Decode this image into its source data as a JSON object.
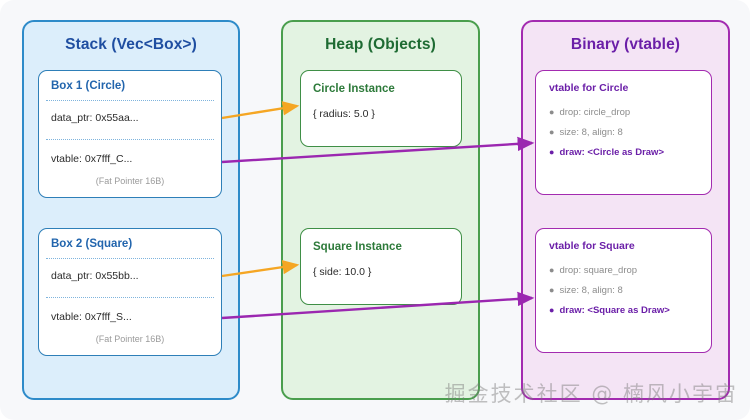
{
  "colors": {
    "stack_border": "#2e8bc9",
    "stack_fill": "#dceefb",
    "stack_title": "#1f4ea1",
    "heap_border": "#4a9e4d",
    "heap_fill": "#e3f3e2",
    "heap_title": "#1e6b33",
    "binary_border": "#a32bb0",
    "binary_fill": "#f4e4f5",
    "binary_title": "#6b1fa8",
    "data_arrow": "#f5a623",
    "vtable_arrow": "#9b27b0",
    "page_bg": "#f7f8fa"
  },
  "stack": {
    "title": "Stack (Vec<Box>)",
    "boxes": [
      {
        "header": "Box 1 (Circle)",
        "data_ptr": "data_ptr: 0x55aa...",
        "vtable_ptr": "vtable: 0x7fff_C...",
        "note": "(Fat Pointer 16B)"
      },
      {
        "header": "Box 2 (Square)",
        "data_ptr": "data_ptr: 0x55bb...",
        "vtable_ptr": "vtable: 0x7fff_S...",
        "note": "(Fat Pointer 16B)"
      }
    ]
  },
  "heap": {
    "title": "Heap (Objects)",
    "instances": [
      {
        "header": "Circle Instance",
        "body": "{ radius: 5.0 }"
      },
      {
        "header": "Square Instance",
        "body": "{ side: 10.0 }"
      }
    ]
  },
  "binary": {
    "title": "Binary (vtable)",
    "vtables": [
      {
        "header": "vtable for Circle",
        "rows": [
          {
            "text": "drop: circle_drop",
            "emphasis": false
          },
          {
            "text": "size: 8, align: 8",
            "emphasis": false
          },
          {
            "text": "draw: <Circle as Draw>",
            "emphasis": true
          }
        ]
      },
      {
        "header": "vtable for Square",
        "rows": [
          {
            "text": "drop: square_drop",
            "emphasis": false
          },
          {
            "text": "size: 8, align: 8",
            "emphasis": false
          },
          {
            "text": "draw: <Square as Draw>",
            "emphasis": true
          }
        ]
      }
    ]
  },
  "watermark": {
    "text": "掘金技术社区 @ 楠风小宇宙"
  }
}
